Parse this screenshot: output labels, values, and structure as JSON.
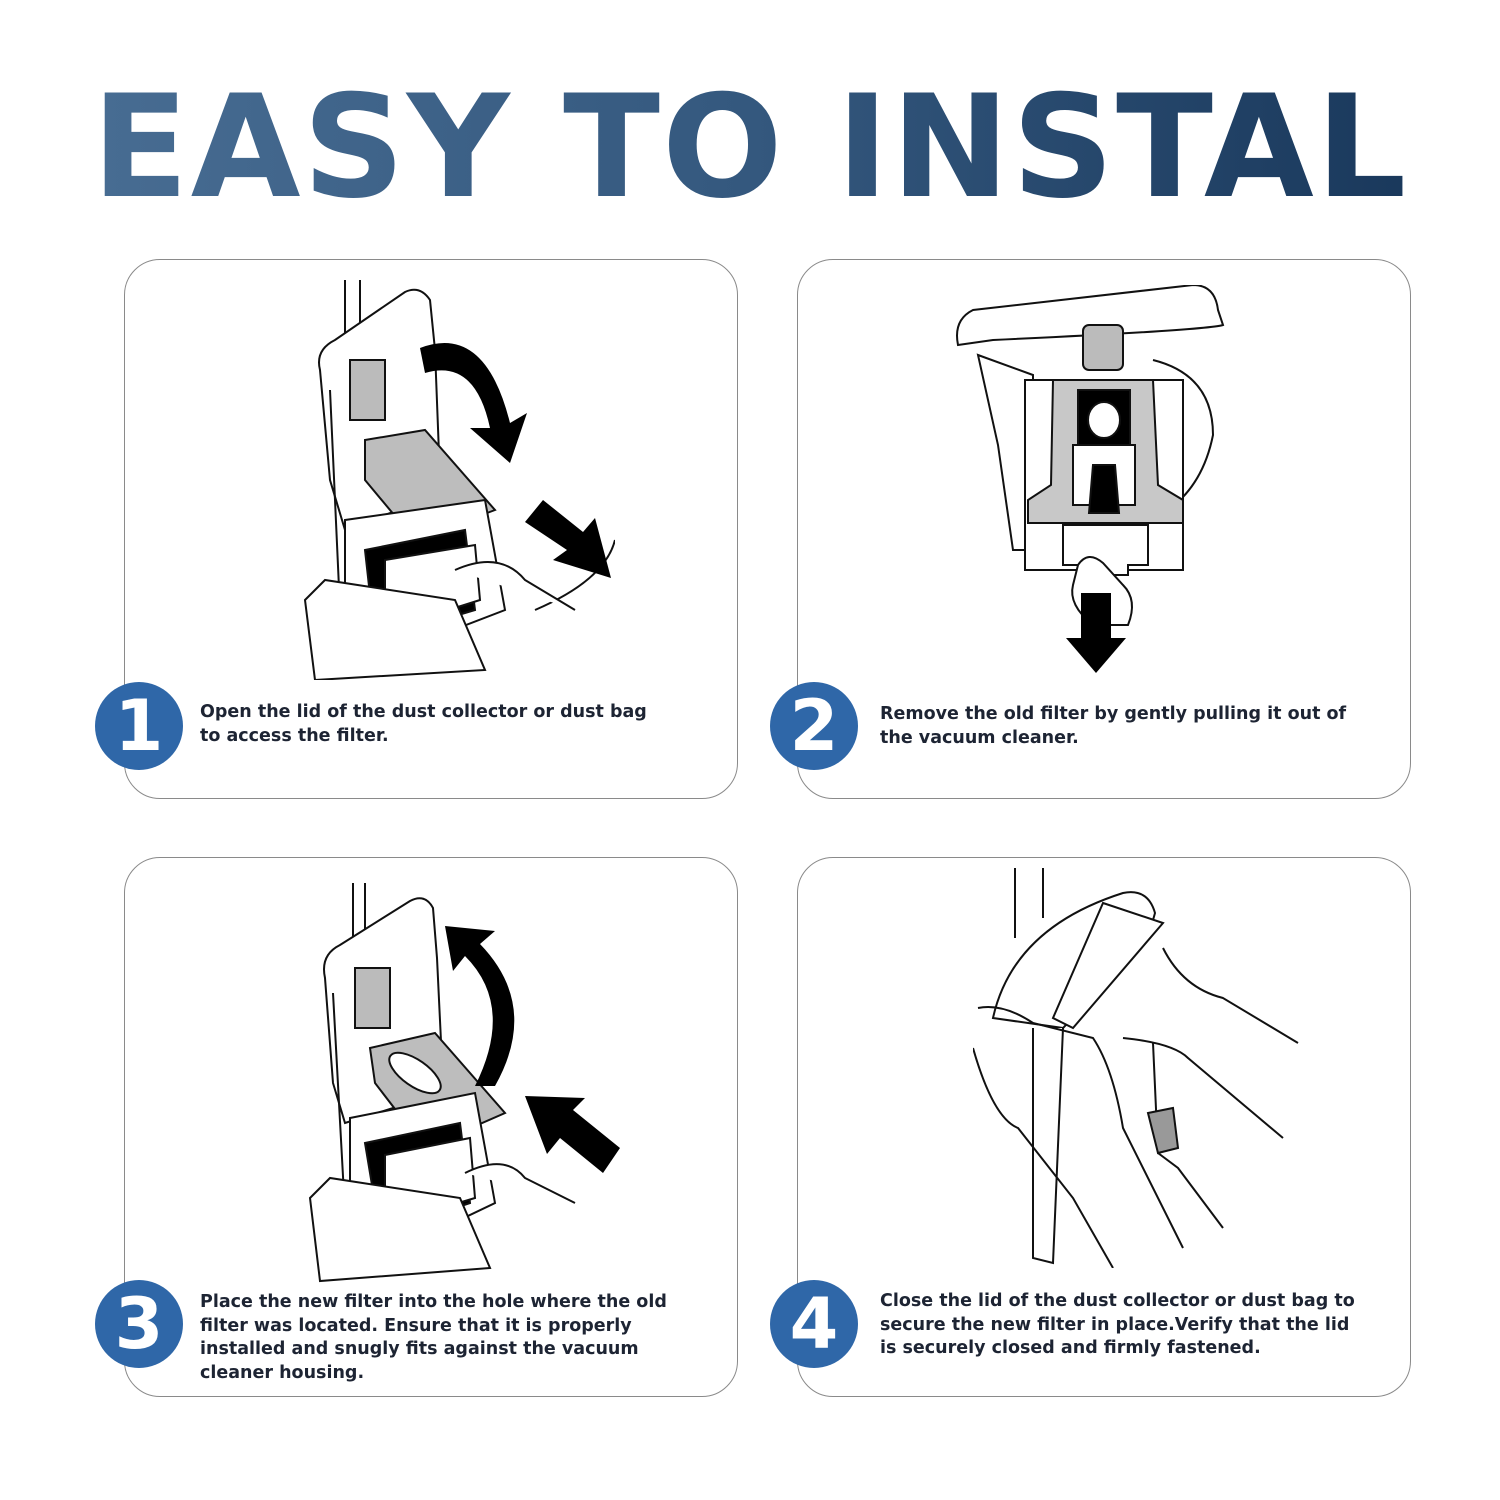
{
  "header": {
    "title": "EASY TO INSTAL",
    "title_gradient": [
      "#4a6f95",
      "#163457"
    ]
  },
  "colors": {
    "badge": "#2f67a8",
    "card_border": "#8a8a8a",
    "text": "#1d2433"
  },
  "steps": [
    {
      "number": "1",
      "text": "Open the lid of the dust collector or dust bag to access the filter.",
      "illustration": "vacuum-lid-opening-filter-slide-out"
    },
    {
      "number": "2",
      "text": "Remove the old filter by gently pulling it out of the vacuum cleaner.",
      "illustration": "hand-pulling-filter-down"
    },
    {
      "number": "3",
      "text": "Place the new filter into the hole where the old filter was located. Ensure that it is properly installed and snugly fits against the vacuum cleaner housing.",
      "illustration": "vacuum-filter-insert-lid-closing"
    },
    {
      "number": "4",
      "text": "Close the lid of the dust collector or dust bag to secure the new filter in place.Verify that the lid is securely closed and firmly fastened.",
      "illustration": "hands-closing-lid"
    }
  ]
}
